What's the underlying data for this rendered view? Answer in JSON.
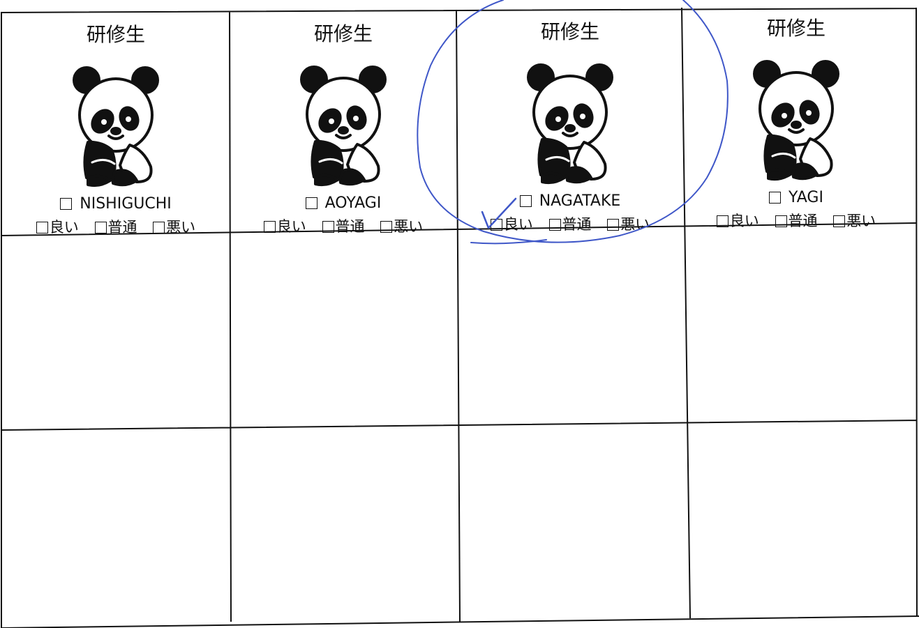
{
  "sheet": {
    "cards": [
      {
        "title": "研修生",
        "name": "NISHIGUCHI",
        "ratings": [
          {
            "label": "良い"
          },
          {
            "label": "普通"
          },
          {
            "label": "悪い"
          }
        ]
      },
      {
        "title": "研修生",
        "name": "AOYAGI",
        "ratings": [
          {
            "label": "良い"
          },
          {
            "label": "普通"
          },
          {
            "label": "悪い"
          }
        ]
      },
      {
        "title": "研修生",
        "name": "NAGATAKE",
        "ratings": [
          {
            "label": "良い"
          },
          {
            "label": "普通"
          },
          {
            "label": "悪い"
          }
        ]
      },
      {
        "title": "研修生",
        "name": "YAGI",
        "ratings": [
          {
            "label": "良い"
          },
          {
            "label": "普通"
          },
          {
            "label": "悪い"
          }
        ]
      }
    ]
  },
  "icons": {
    "panda": "panda-icon",
    "checkbox": "checkbox-icon"
  },
  "colors": {
    "ink": "#111111",
    "annotation": "#3f57c8",
    "paper": "#ffffff"
  }
}
